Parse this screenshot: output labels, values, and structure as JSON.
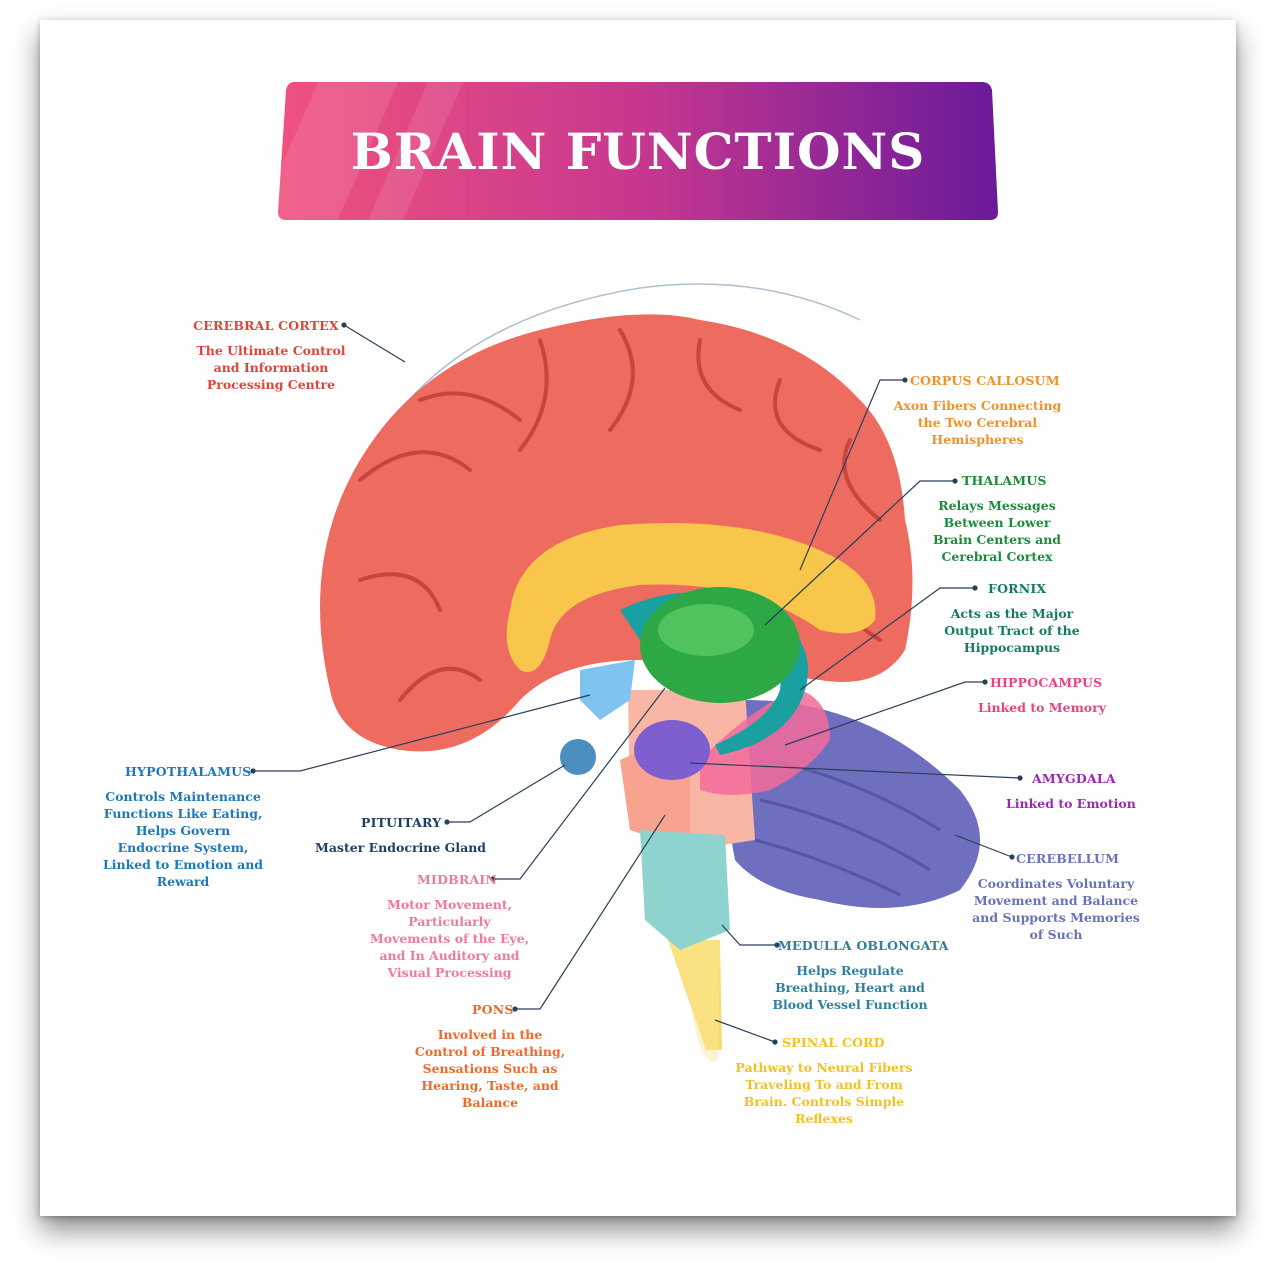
{
  "title": "BRAIN FUNCTIONS",
  "colors": {
    "banner_start": "#f0527e",
    "banner_end": "#6a1a9a"
  },
  "labels": {
    "cerebral_cortex": {
      "title": "CEREBRAL CORTEX",
      "desc": "The Ultimate Control and Information Processing  Centre",
      "color": "#e0453a"
    },
    "corpus_callosum": {
      "title": "CORPUS CALLOSUM",
      "desc": "Axon Fibers Connecting the Two Cerebral Hemispheres",
      "color": "#f0922a"
    },
    "thalamus": {
      "title": "THALAMUS",
      "desc": "Relays Messages Between Lower Brain Centers and Cerebral Cortex",
      "color": "#1f8a3c"
    },
    "fornix": {
      "title": "FORNIX",
      "desc": "Acts as the Major Output Tract of the Hippocampus",
      "color": "#137a63"
    },
    "hippocampus": {
      "title": "HIPPOCAMPUS",
      "desc": "Linked to Memory",
      "color": "#e8457e"
    },
    "amygdala": {
      "title": "AMYGDALA",
      "desc": "Linked to Emotion",
      "color": "#9a2bb0"
    },
    "cerebellum": {
      "title": "CEREBELLUM",
      "desc": "Coordinates Voluntary Movement and Balance and Supports Memories of Such",
      "color": "#6a72b8"
    },
    "medulla": {
      "title": "MEDULLA OBLONGATA",
      "desc": "Helps Regulate Breathing, Heart and Blood Vessel Function",
      "color": "#2e7fa0"
    },
    "spinal_cord": {
      "title": "SPINAL CORD",
      "desc": "Pathway to Neural Fibers Traveling To and From Brain. Controls Simple Reflexes",
      "color": "#f2c222"
    },
    "hypothalamus": {
      "title": "HYPOTHALAMUS",
      "desc": "Controls Maintenance Functions Like Eating, Helps Govern Endocrine System, Linked to Emotion and Reward",
      "color": "#1c79b8"
    },
    "pituitary": {
      "title": "PITUITARY",
      "desc": "Master Endocrine Gland",
      "color": "#1d3f63"
    },
    "midbrain": {
      "title": "MIDBRAIN",
      "desc": "Motor Movement, Particularly Movements of the Eye, and In Auditory and Visual Processing",
      "color": "#f07a9a"
    },
    "pons": {
      "title": "PONS",
      "desc": "Involved in the Control of Breathing, Sensations Such as Hearing, Taste, and Balance",
      "color": "#ee6a2a"
    }
  }
}
